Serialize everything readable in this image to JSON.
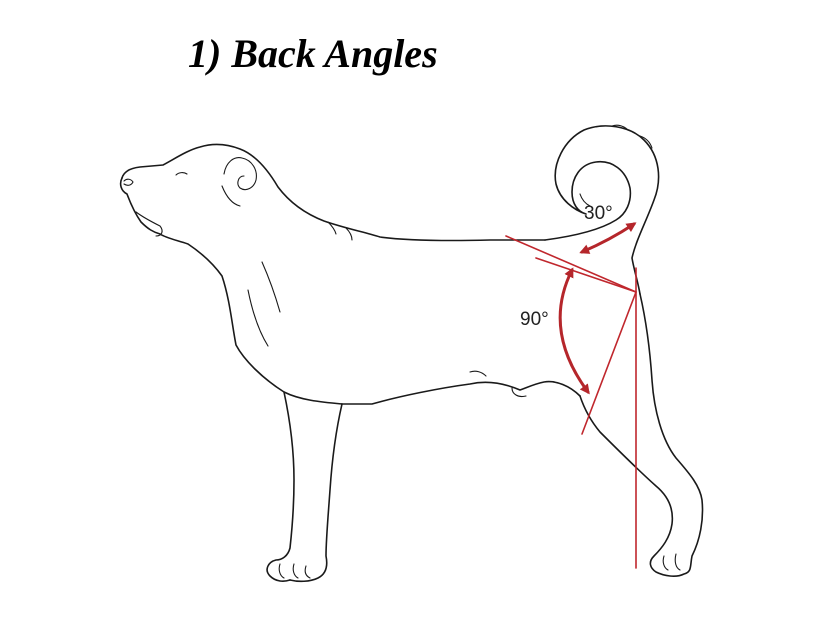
{
  "title": "1) Back Angles",
  "angles": {
    "tail": "30°",
    "hip": "90°"
  },
  "colors": {
    "outline": "#1a1a1a",
    "guide": "#c0272d",
    "arrow": "#b5262b",
    "background": "#ffffff"
  }
}
